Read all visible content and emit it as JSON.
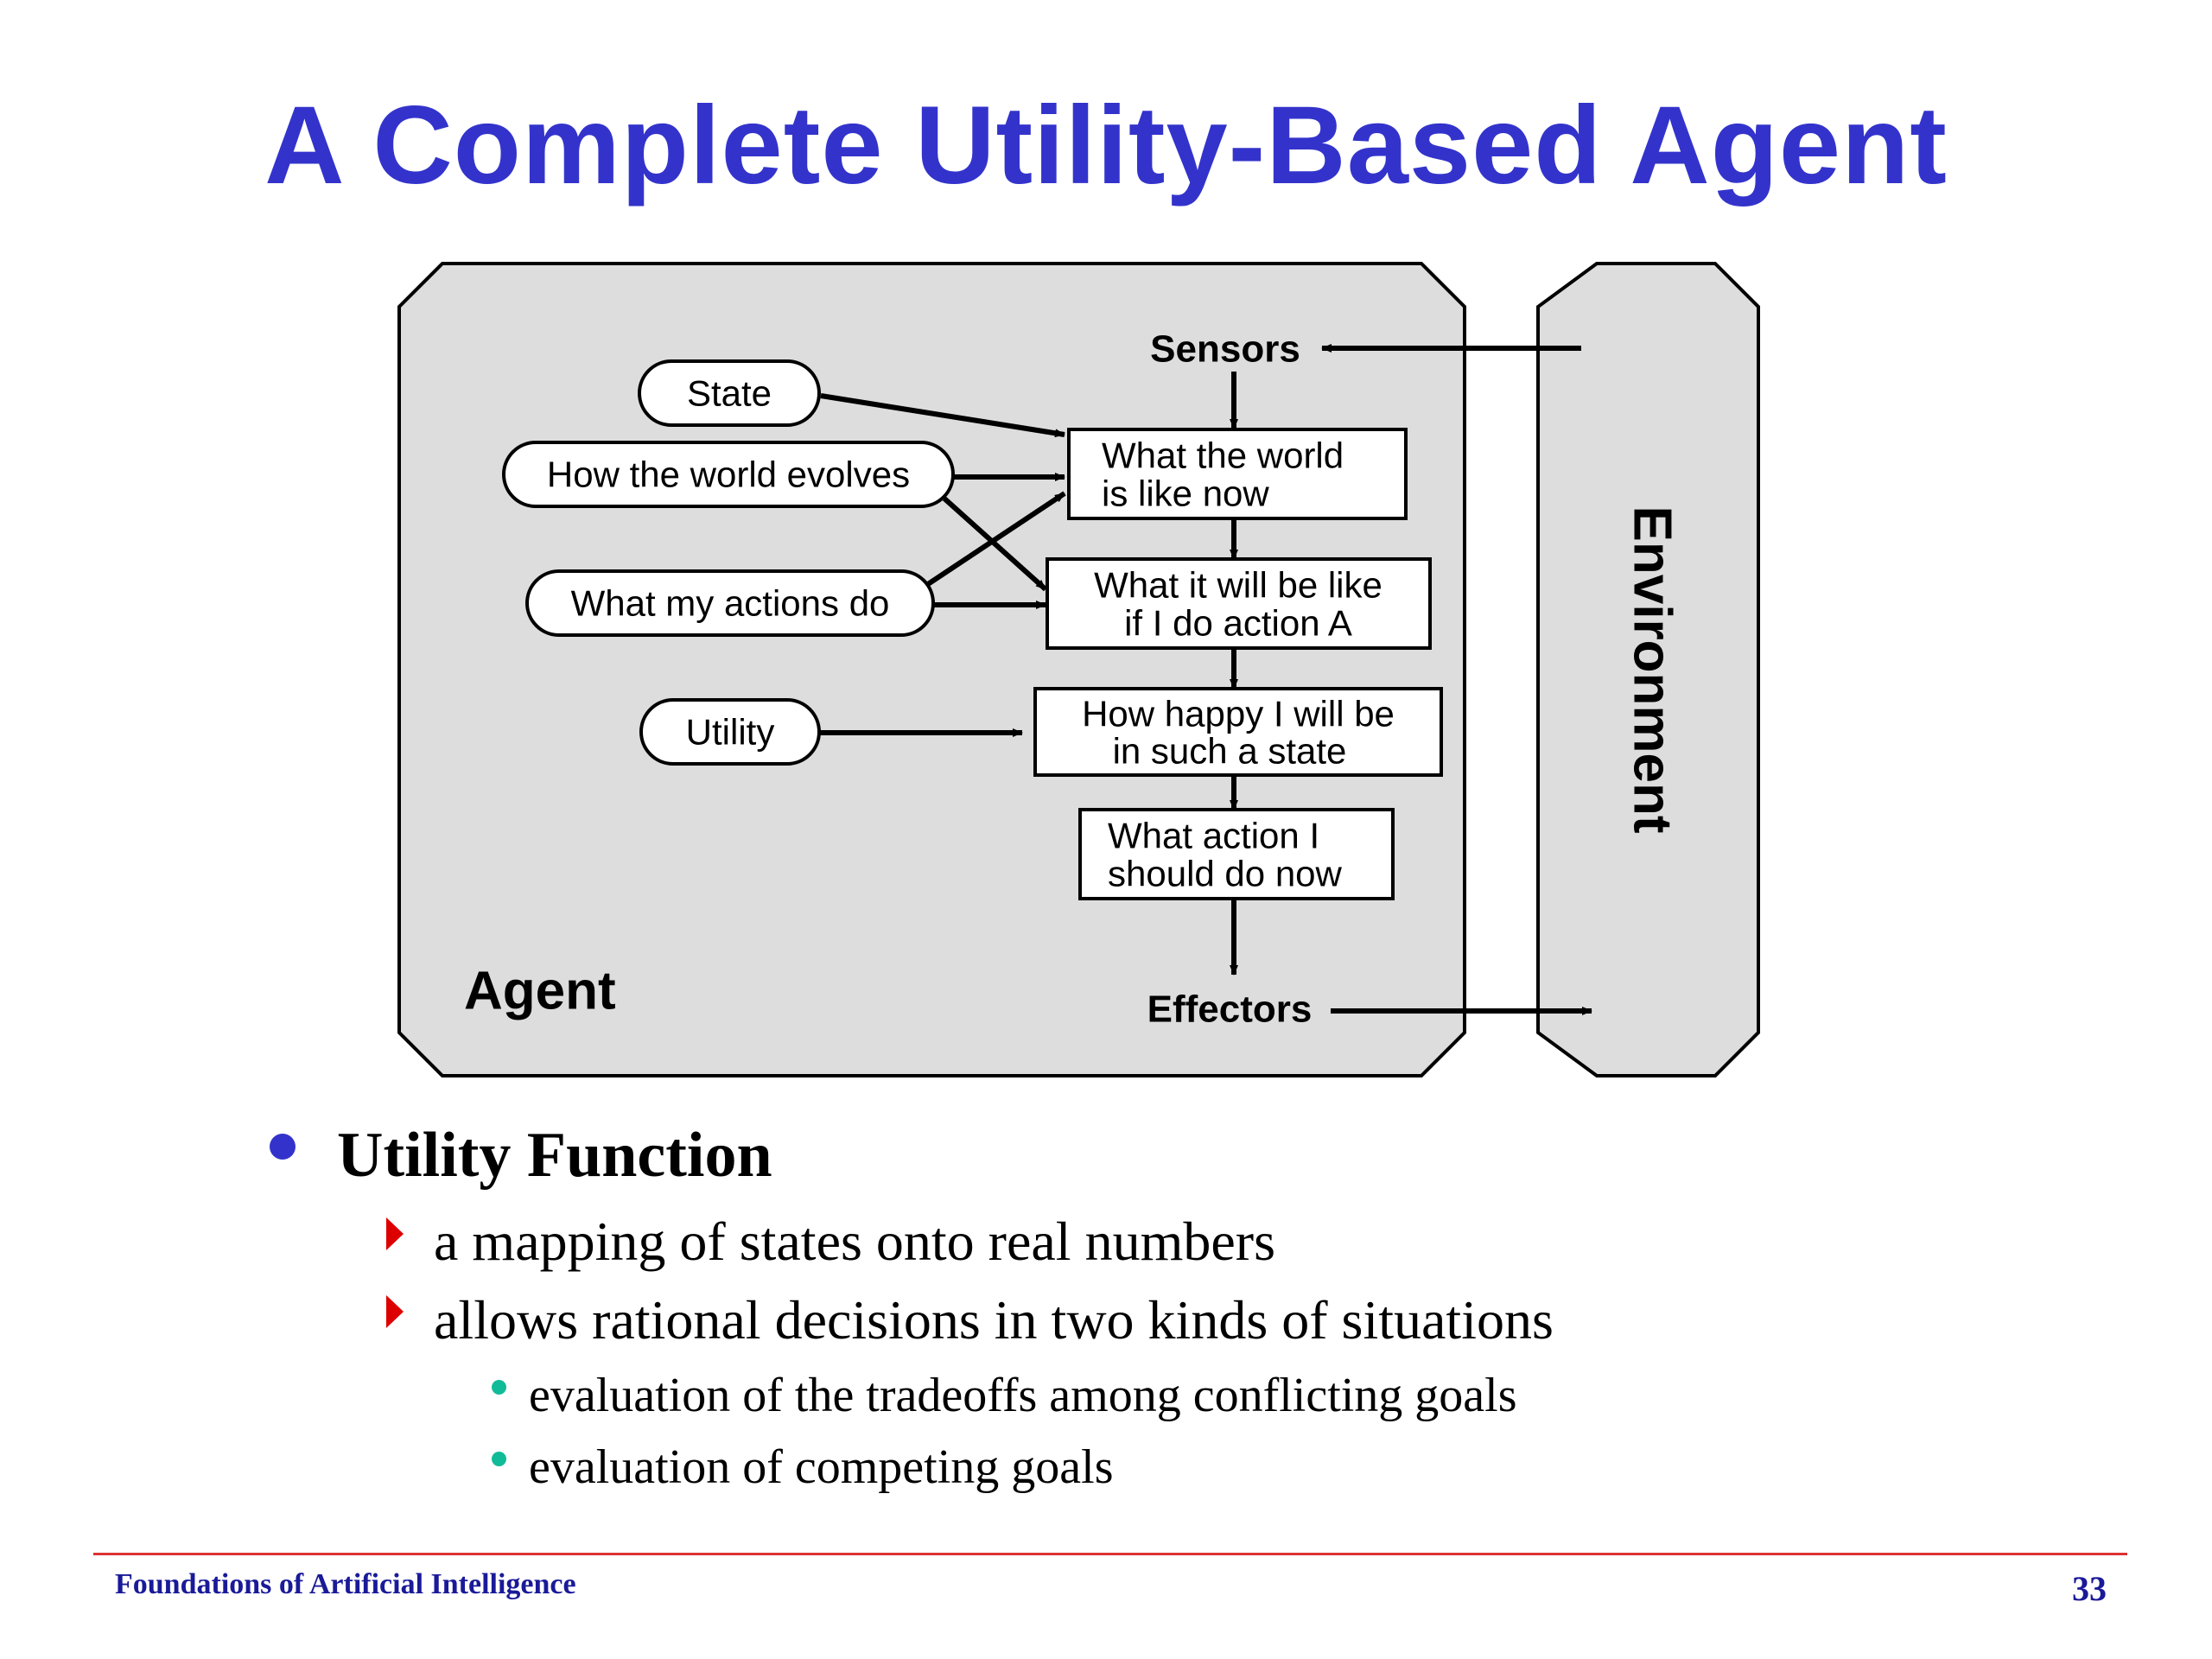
{
  "slide": {
    "title": "A Complete Utility-Based Agent",
    "colors": {
      "title": "#3333cc",
      "footer_text": "#1a1a99",
      "footer_rule": "#dd3333",
      "level1_bullet": "#3333cc",
      "level2_bullet": "#dd0000",
      "level3_bullet": "#11bb99",
      "diagram_fill": "#dddddd"
    }
  },
  "diagram": {
    "agent_label": "Agent",
    "environment_label": "Environment",
    "sensors_label": "Sensors",
    "effectors_label": "Effectors",
    "inputs": {
      "state": "State",
      "world_evolves": "How the world evolves",
      "actions_do": "What my actions do",
      "utility": "Utility"
    },
    "boxes": {
      "world_now": [
        "What the world",
        "is like now"
      ],
      "will_be": [
        "What it will be like",
        "if I do action A"
      ],
      "happy": [
        "How happy I will be",
        "in such a state"
      ],
      "action": [
        "What action I",
        "should do now"
      ]
    }
  },
  "bullets": {
    "heading": "Utility Function",
    "items": [
      "a mapping of states onto real numbers",
      "allows rational decisions in two kinds of situations"
    ],
    "subitems": [
      "evaluation of the tradeoffs among conflicting goals",
      "evaluation of competing goals"
    ]
  },
  "footer": {
    "course": "Foundations of Artificial Intelligence",
    "page_number": "33"
  }
}
